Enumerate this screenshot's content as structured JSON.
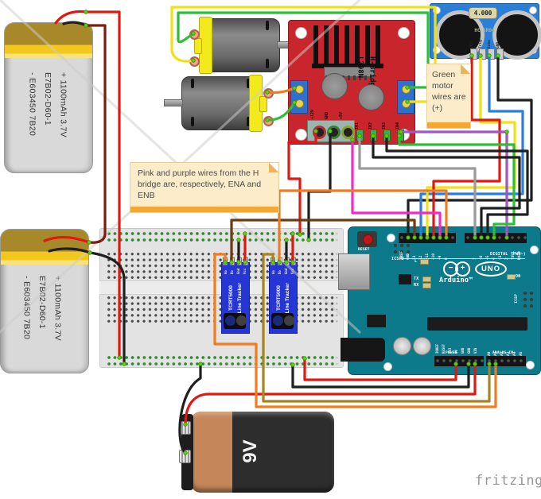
{
  "watermark": "fritzing",
  "colors": {
    "wire_red": "#dd1a12",
    "wire_black": "#1f1f1f",
    "wire_maroon": "#7c1d12",
    "wire_yellow": "#f2e015",
    "wire_green": "#2dbe38",
    "wire_orange": "#ef7d20",
    "wire_olive": "#a8841c",
    "wire_magenta": "#f02cc8",
    "wire_purple": "#9f55c4",
    "wire_gray": "#9a9a9a",
    "wire_blue": "#2b7ce0",
    "wire_brown": "#6e3a10",
    "arduino_board": "#0c7a8b",
    "hbridge_board": "#c9252c",
    "ultrasonic_board": "#2c7fd6",
    "tracker_board": "#2636d4",
    "note_bg": "#fcecc9",
    "note_bar": "#f3a833",
    "watermark_lines": "#d0cdc8"
  },
  "lipo_battery": {
    "line1": "- E603450 7B20",
    "line2": "E7B02-D60-1",
    "line3": "+ 1100mAh 3.7V"
  },
  "notes": {
    "hbridge_note": "Pink and purple wires from the H bridge are, respectively, ENA and ENB",
    "motor_note": "Green motor wires are (+)"
  },
  "hbridge": {
    "chip": "L298N",
    "name": "H-Bridge",
    "power_pins": [
      "+12V",
      "GND",
      "+5V"
    ],
    "input_pins": [
      "IN1",
      "IN2",
      "IN3",
      "IN4"
    ]
  },
  "ultrasonic": {
    "crystal": "4.000",
    "name": "HC-SR04",
    "pins": [
      "VCC",
      "Trig",
      "Echo",
      "GND"
    ]
  },
  "line_tracker": {
    "chip": "TCRT5000",
    "name": "Line Tracker",
    "pins": [
      "Ao",
      "Do",
      "Gnd",
      "Vcc"
    ]
  },
  "arduino": {
    "reset_label": "RESET",
    "icsp2_label": "ICSP2",
    "icsp_label": "ICSP",
    "digital_label": "DIGITAL (PWM~)",
    "digital_pins_left": [
      "AREF",
      "GND",
      "13",
      "12",
      "~11",
      "~10",
      "~9",
      "8"
    ],
    "digital_pins_right": [
      "7",
      "~6",
      "~5",
      "4",
      "~3",
      "2",
      "TX→1",
      "RX←0"
    ],
    "led_l": "L",
    "led_tx": "TX",
    "led_rx": "RX",
    "led_on": "ON",
    "brand": "Arduino™",
    "model": "UNO",
    "power_label": "POWER",
    "power_pins": [
      "IOREF",
      "RESET",
      "3V3",
      "5V",
      "GND",
      "GND",
      "VIN"
    ],
    "analog_label": "ANALOG IN",
    "analog_pins": [
      "A0",
      "A1",
      "A2",
      "A3",
      "A4",
      "A5"
    ]
  },
  "battery_9v": {
    "label": "9V"
  }
}
